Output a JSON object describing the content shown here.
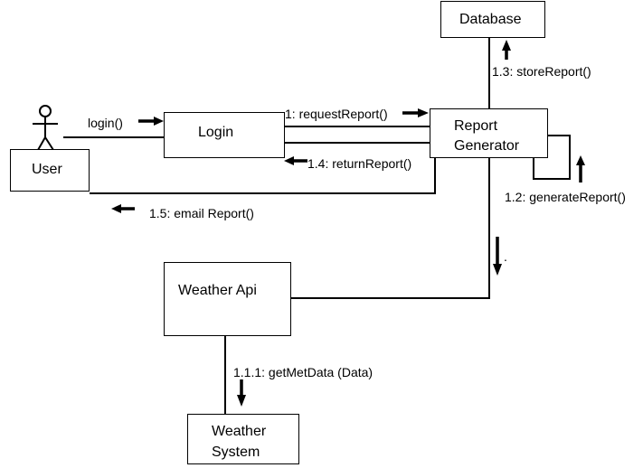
{
  "objects": {
    "user": "User",
    "login": "Login",
    "report_generator": [
      "Report",
      "Generator"
    ],
    "database": "Database",
    "weather_api": "Weather Api",
    "weather_system": [
      "Weather",
      "System"
    ]
  },
  "messages": {
    "login": "login()",
    "request_report": "1: requestReport()",
    "return_report": "1.4: returnReport()",
    "email_report": "1.5: email Report()",
    "store_report": "1.3: storeReport()",
    "generate_report": "1.2: generateReport()",
    "get_met_data": "1.1.1: getMetData (Data)",
    "dot_marker": "."
  }
}
